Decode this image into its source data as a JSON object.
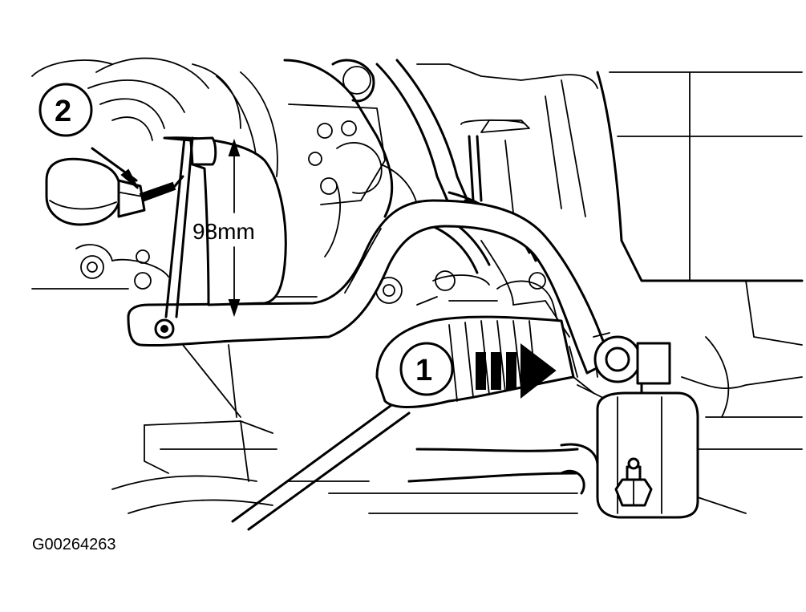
{
  "callouts": [
    {
      "label": "1"
    },
    {
      "label": "2"
    }
  ],
  "dimension": {
    "text": "98mm"
  },
  "figure_id": "G00264263"
}
